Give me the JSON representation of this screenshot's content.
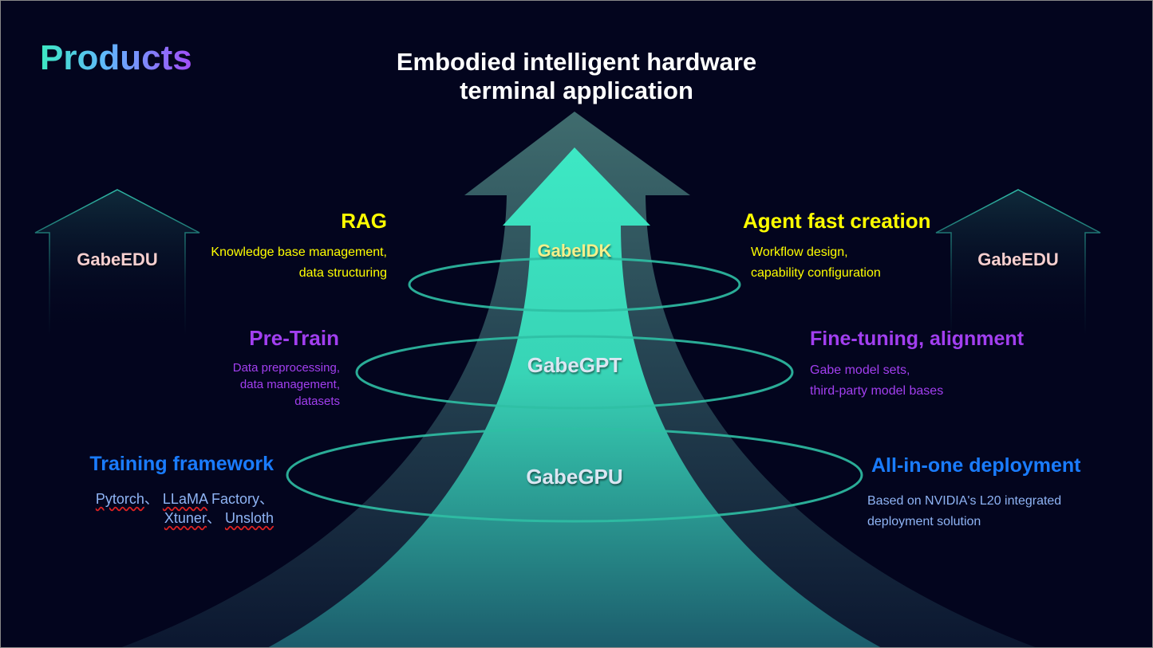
{
  "title": "Products",
  "headline": [
    "Embodied intelligent hardware",
    "terminal application"
  ],
  "layers": [
    {
      "name": "GabeIDK",
      "color": "#f6f08a"
    },
    {
      "name": "GabeGPT",
      "color": "#dbe6f2"
    },
    {
      "name": "GabeGPU",
      "color": "#dbe6f2"
    }
  ],
  "side_products": {
    "left": "GabeEDU",
    "right": "GabeEDU"
  },
  "left": [
    {
      "heading": "RAG",
      "lines": [
        "Knowledge base management,",
        "data structuring"
      ]
    },
    {
      "heading": "Pre-Train",
      "lines": [
        "Data preprocessing,",
        "data management,",
        "datasets"
      ]
    },
    {
      "heading": "Training framework",
      "items": [
        "Pytorch",
        "、",
        "LLaMA",
        "Factory、",
        "Xtuner",
        "、",
        "Unsloth"
      ]
    }
  ],
  "right": [
    {
      "heading": "Agent fast creation",
      "lines": [
        "Workflow design,",
        "capability configuration"
      ]
    },
    {
      "heading": "Fine-tuning, alignment",
      "lines": [
        "Gabe model sets,",
        "third-party model bases"
      ]
    },
    {
      "heading": "All-in-one deployment",
      "lines": [
        "Based on NVIDIA's L20 integrated",
        "deployment solution"
      ]
    }
  ],
  "colors": {
    "teal": "#3de8c2",
    "yellow": "#ffff00",
    "purple": "#a23ff0",
    "blue": "#1a7cff"
  }
}
